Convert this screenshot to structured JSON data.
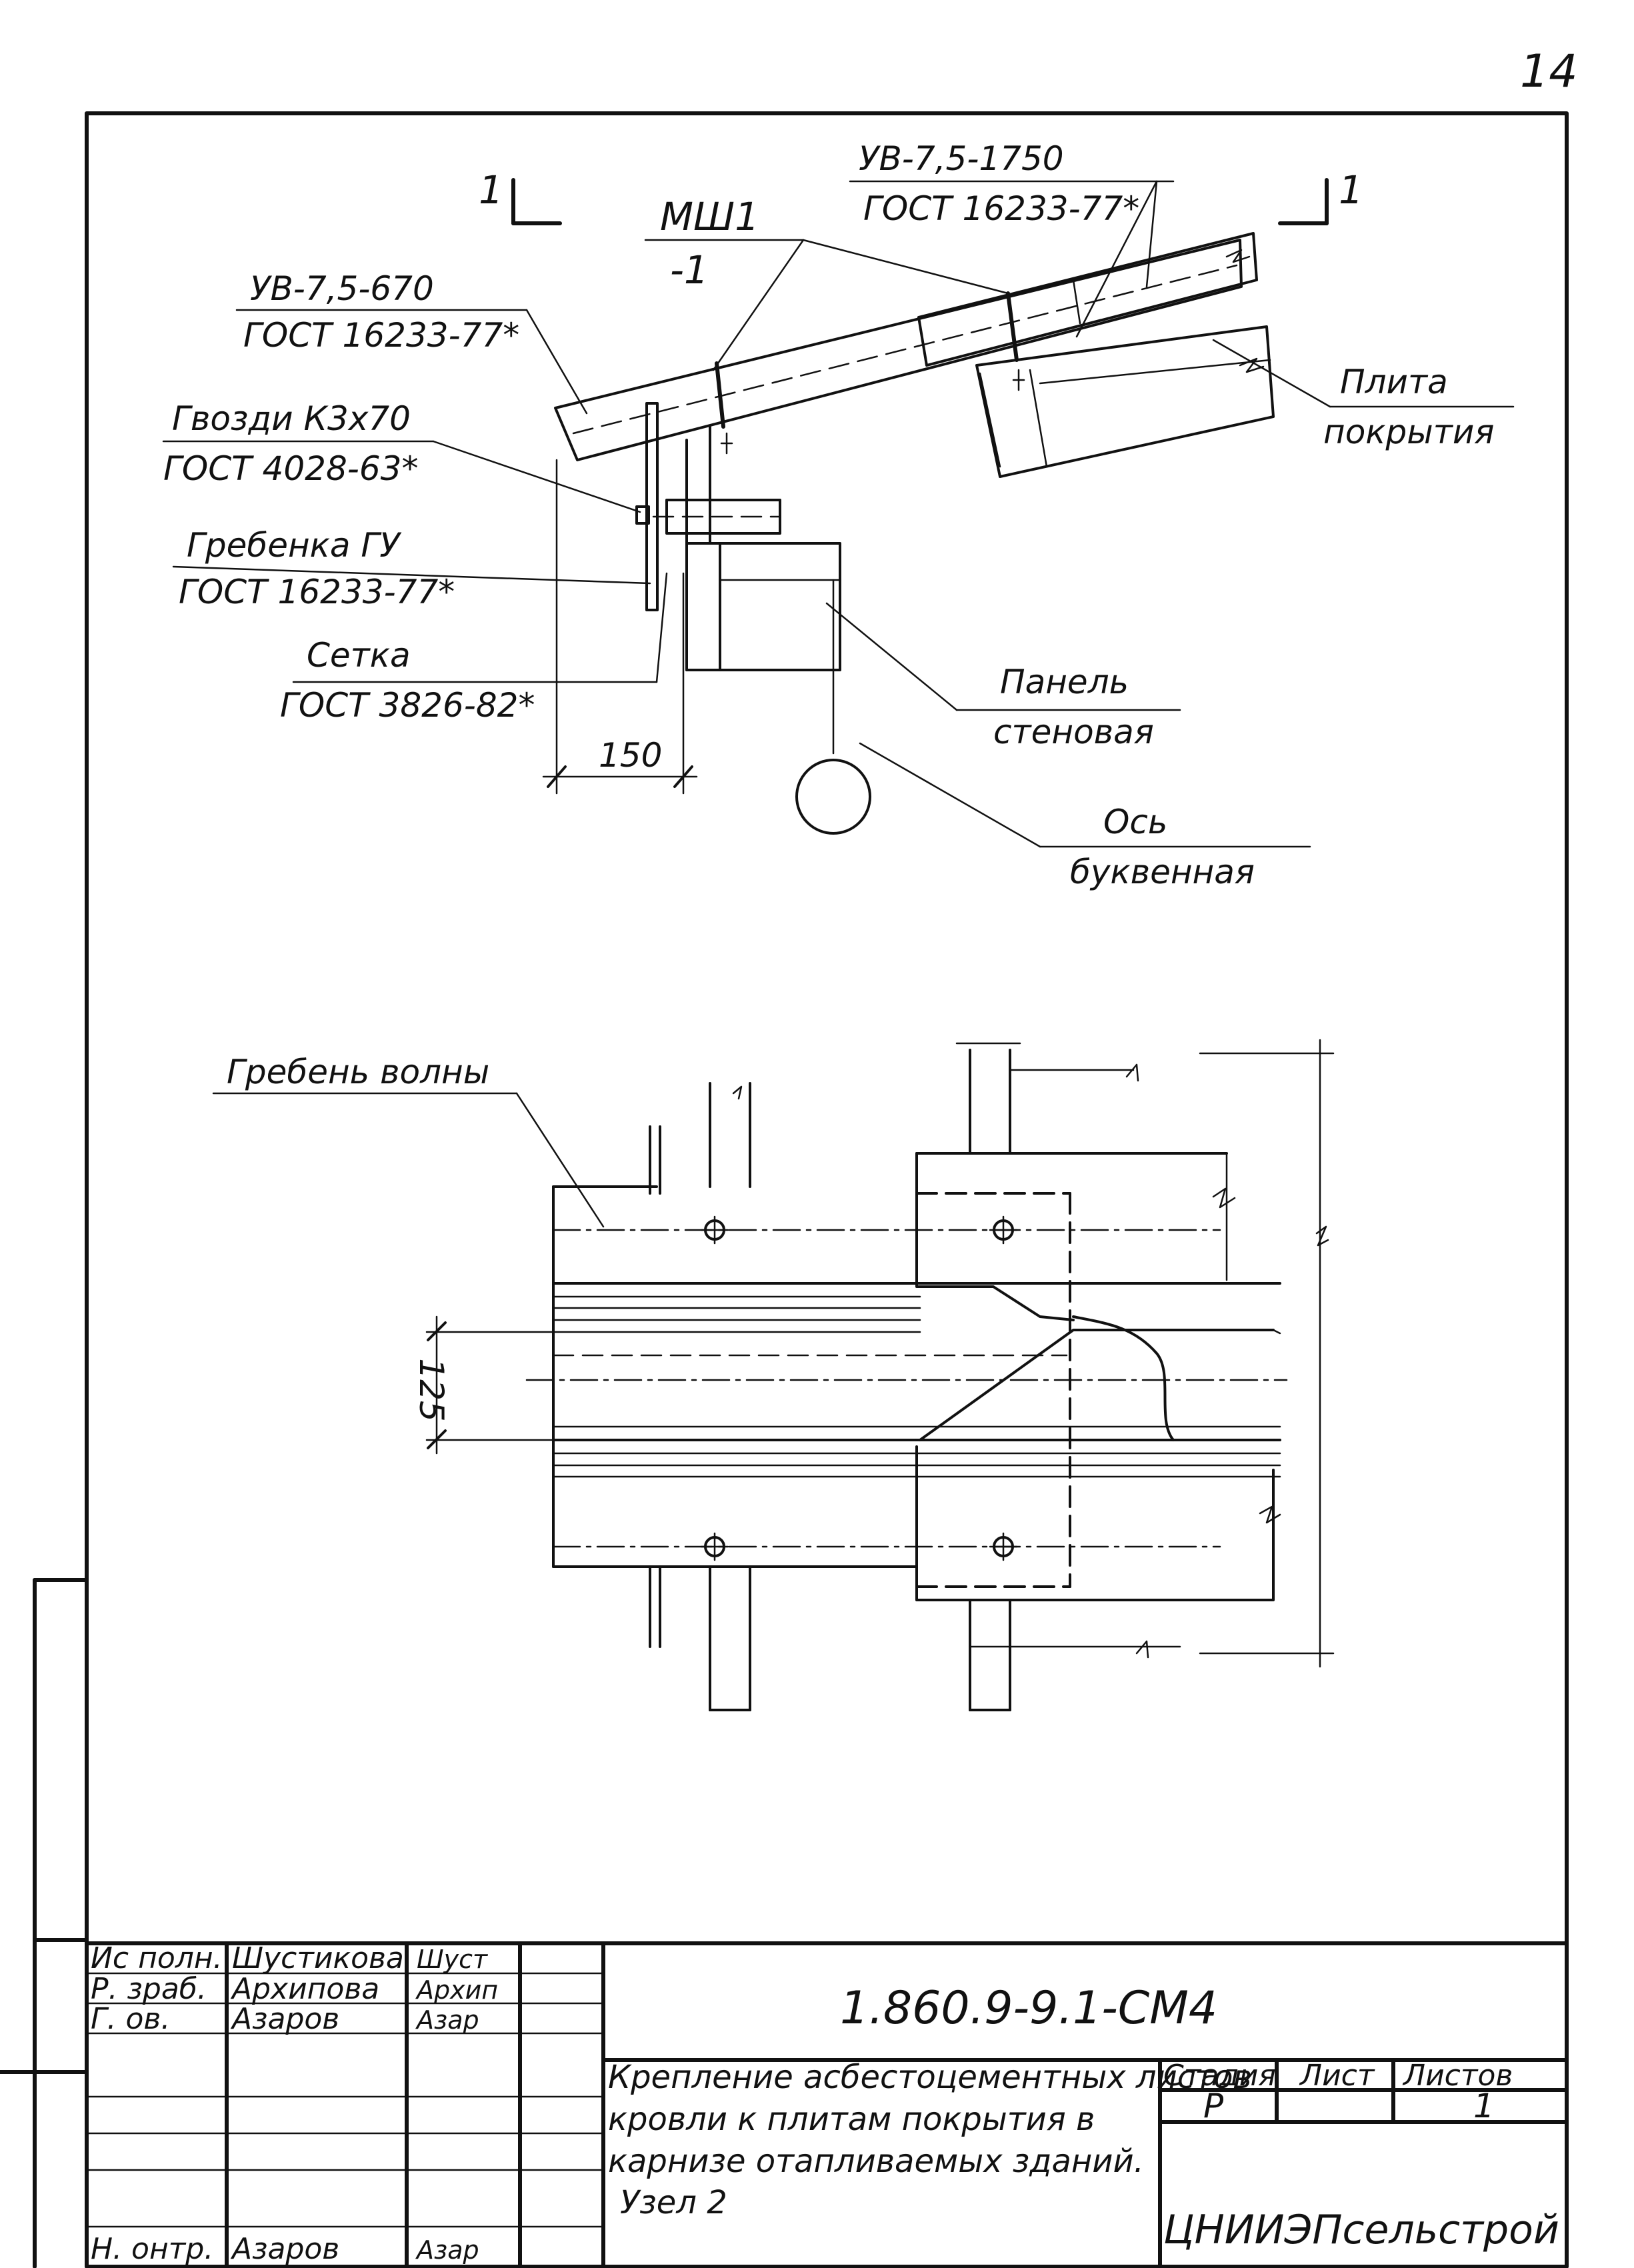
{
  "page_number": "14",
  "section_marks": {
    "left": "1",
    "right": "1"
  },
  "section_view_labels": {
    "ub_long": {
      "name": "УВ-7,5-1750",
      "std": "ГОСТ 16233-77*"
    },
    "mark": {
      "name": "МШ1",
      "sub": "-1"
    },
    "ub_short": {
      "name": "УВ-7,5-670",
      "std": "ГОСТ 16233-77*"
    },
    "nails": {
      "name": "Гвозди К3х70",
      "std": "ГОСТ 4028-63*"
    },
    "comb": {
      "name": "Гребенка ГУ",
      "std": "ГОСТ 16233-77*"
    },
    "mesh": {
      "name": "Сетка",
      "std": "ГОСТ 3826-82*"
    },
    "slab": {
      "line1": "Плита",
      "line2": "покрытия"
    },
    "panel": {
      "line1": "Панель",
      "line2": "стеновая"
    },
    "axis": {
      "line1": "Ось",
      "line2": "буквенная"
    },
    "dim_150": "150"
  },
  "plan_view_labels": {
    "crest": "Гребень волны",
    "dim_125": "125"
  },
  "title_block": {
    "document_code": "1.860.9-9.1-СМ4",
    "title_lines": [
      "Крепление асбестоцементных листов",
      "кровли к плитам покрытия в",
      "карнизе отапливаемых зданий.",
      "Узел 2"
    ],
    "roles": [
      {
        "role": "Ис полн.",
        "name": "Шустикова",
        "signature": "Шуст"
      },
      {
        "role": "Р. зраб.",
        "name": "Архипова",
        "signature": "Архип"
      },
      {
        "role": "Г. ов.",
        "name": "Азаров",
        "signature": "Азар"
      },
      {
        "role": "",
        "name": "",
        "signature": ""
      },
      {
        "role": "",
        "name": "",
        "signature": ""
      },
      {
        "role": "",
        "name": "",
        "signature": ""
      },
      {
        "role": "Н. онтр.",
        "name": "Азаров",
        "signature": "Азар"
      }
    ],
    "stage_header": "Стадия",
    "sheet_header": "Лист",
    "sheets_header": "Листов",
    "stage_value": "Р",
    "sheet_value": "",
    "sheets_value": "1",
    "organization": "ЦНИИЭПсельстрой"
  }
}
